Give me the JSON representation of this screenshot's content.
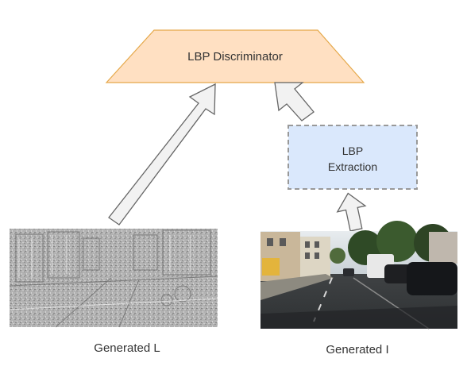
{
  "discriminator": {
    "label": "LBP Discriminator",
    "fill": "#ffe0c2",
    "stroke": "#e5a84a"
  },
  "extraction": {
    "label_line1": "LBP",
    "label_line2": "Extraction",
    "fill": "#dae8fc",
    "stroke": "#999999"
  },
  "captions": {
    "left": "Generated L",
    "right": "Generated I"
  },
  "arrow_color": "#666666"
}
